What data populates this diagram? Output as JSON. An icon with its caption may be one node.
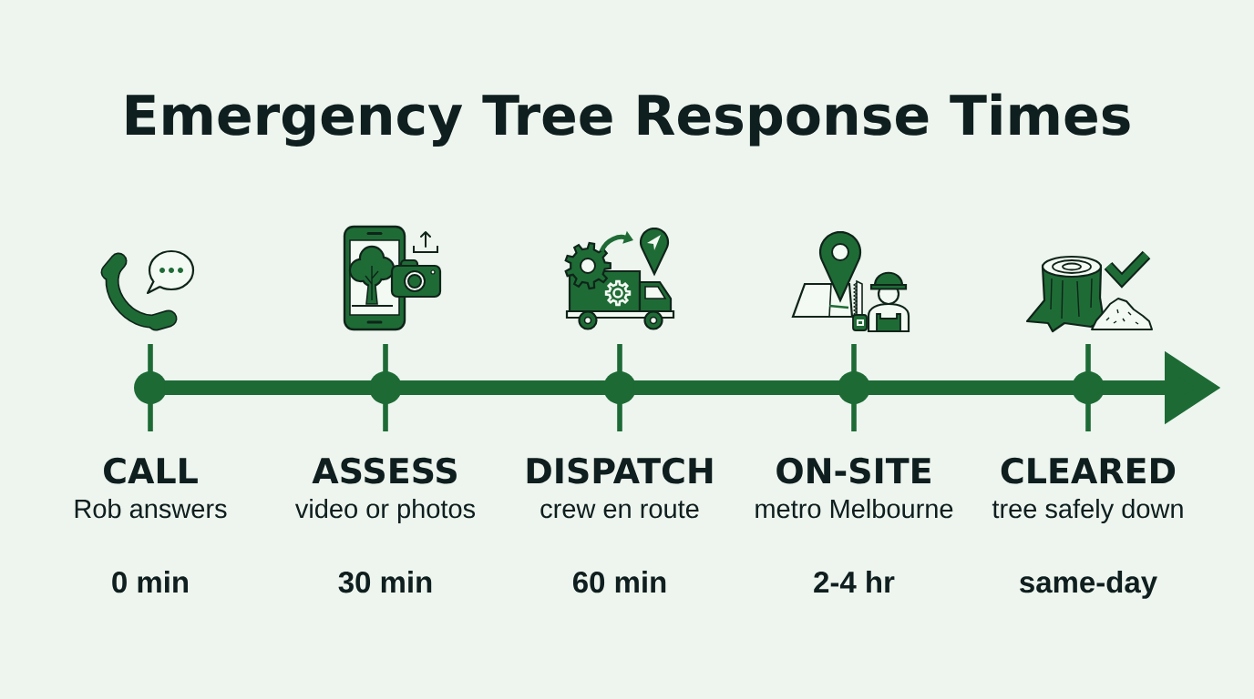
{
  "diagram": {
    "title": "Emergency Tree Response Times",
    "nodes": [
      {
        "text": [],
        "shape": "circle",
        "beside": [
          "CALL",
          "Rob answers",
          "0 min"
        ]
      },
      {
        "text": [],
        "shape": "circle",
        "beside": [
          "ASSESS",
          "video or photos",
          "30 min"
        ]
      },
      {
        "text": [],
        "shape": "circle",
        "beside": [
          "DISPATCH",
          "crew en route",
          "60 min"
        ]
      },
      {
        "text": [],
        "shape": "circle",
        "beside": [
          "ON-SITE",
          "metro Melbourne",
          "2-4 hr"
        ]
      },
      {
        "text": [],
        "shape": "circle",
        "beside": [
          "CLEARED",
          "tree safely down",
          "same-day"
        ]
      }
    ],
    "edges": [
      {
        "from": 0,
        "to": 1,
        "arrow": "none"
      },
      {
        "from": 1,
        "to": 2,
        "arrow": "none"
      },
      {
        "from": 2,
        "to": 3,
        "arrow": "none"
      },
      {
        "from": 3,
        "to": 4,
        "arrow": "none"
      },
      {
        "from": 4,
        "to": null,
        "arrow": "to"
      }
    ]
  }
}
